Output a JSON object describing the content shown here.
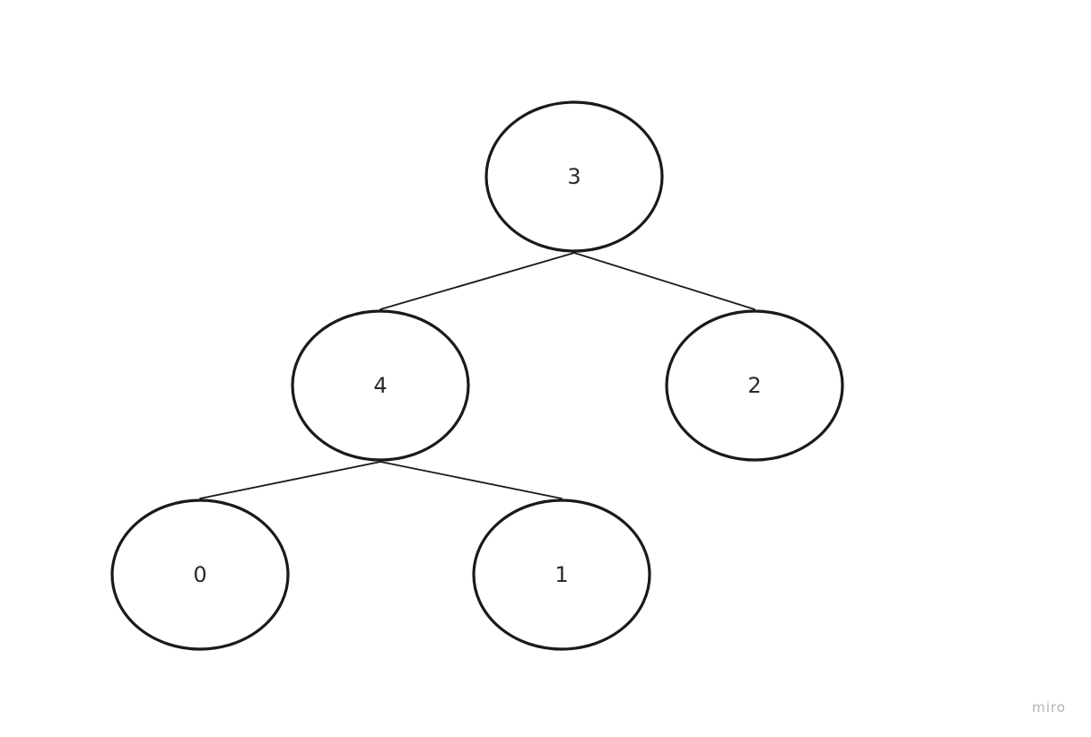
{
  "diagram": {
    "type": "binary-tree",
    "nodes": [
      {
        "id": "n3",
        "label": "3"
      },
      {
        "id": "n4",
        "label": "4"
      },
      {
        "id": "n2",
        "label": "2"
      },
      {
        "id": "n0",
        "label": "0"
      },
      {
        "id": "n1",
        "label": "1"
      }
    ],
    "edges": [
      {
        "from": "n3",
        "to": "n4"
      },
      {
        "from": "n3",
        "to": "n2"
      },
      {
        "from": "n4",
        "to": "n0"
      },
      {
        "from": "n4",
        "to": "n1"
      }
    ]
  },
  "watermark": "miro",
  "colors": {
    "stroke": "#1a1a1a",
    "label": "#2a2a2a",
    "watermark": "#b3b3b3",
    "background": "#ffffff"
  }
}
